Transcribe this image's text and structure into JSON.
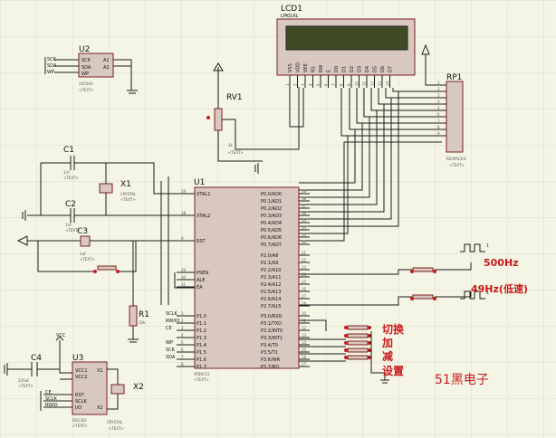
{
  "colors": {
    "background": "#f5f5e6",
    "grid": "#dcdccb",
    "wire": "#1c1c1c",
    "component_fill": "#d8c8c0",
    "component_stroke": "#7a1f1f",
    "pin_dot": "#c81a1a",
    "lcd_screen": "#3d4a24",
    "annotation_red": "#c81a1a",
    "probe_blue": "#2030b0"
  },
  "lcd": {
    "ref": "LCD1",
    "part": "LM016L",
    "pins": [
      "VSS",
      "VDD",
      "VEE",
      "RS",
      "RW",
      "E",
      "D0",
      "D1",
      "D2",
      "D3",
      "D4",
      "D5",
      "D6",
      "D7"
    ],
    "pin_numbers": [
      "1",
      "2",
      "3",
      "4",
      "5",
      "6",
      "7",
      "8",
      "9",
      "10",
      "11",
      "12",
      "13",
      "14"
    ]
  },
  "u2": {
    "ref": "U2",
    "part": "24C04A",
    "left_pins": [
      "SCK",
      "SDA",
      "WP"
    ],
    "right_pins": [
      "A1",
      "A2"
    ],
    "net_labels": [
      "SCK",
      "SDA",
      "WP"
    ]
  },
  "rv1": {
    "ref": "RV1",
    "value": "1k"
  },
  "rp1": {
    "ref": "RP1",
    "part": "RESPACK-8",
    "pins": [
      "1",
      "2",
      "3",
      "4",
      "5",
      "6",
      "7",
      "8",
      "9"
    ]
  },
  "c1": {
    "ref": "C1",
    "value": "1nF"
  },
  "c2": {
    "ref": "C2",
    "value": "1nF"
  },
  "c3": {
    "ref": "C3",
    "value": "1uF"
  },
  "c4": {
    "ref": "C4",
    "value": "220uF"
  },
  "x1": {
    "ref": "X1",
    "part": "CRYSTAL"
  },
  "x2": {
    "ref": "X2",
    "part": "CRYSTAL"
  },
  "r1": {
    "ref": "R1",
    "value": "10k"
  },
  "u1": {
    "ref": "U1",
    "part": "AT89C51",
    "left_pins": [
      {
        "num": "19",
        "name": "XTAL1"
      },
      {
        "num": "18",
        "name": "XTAL2"
      },
      {
        "num": "9",
        "name": "RST"
      },
      {
        "num": "29",
        "name": "PSEN"
      },
      {
        "num": "30",
        "name": "ALE"
      },
      {
        "num": "31",
        "name": "EA"
      },
      {
        "num": "1",
        "name": "P1.0"
      },
      {
        "num": "2",
        "name": "P1.1"
      },
      {
        "num": "3",
        "name": "P1.2"
      },
      {
        "num": "4",
        "name": "P1.3"
      },
      {
        "num": "5",
        "name": "P1.4"
      },
      {
        "num": "6",
        "name": "P1.5"
      },
      {
        "num": "7",
        "name": "P1.6"
      },
      {
        "num": "8",
        "name": "P1.7"
      }
    ],
    "right_pins": [
      {
        "num": "39",
        "name": "P0.0/AD0"
      },
      {
        "num": "38",
        "name": "P0.1/AD1"
      },
      {
        "num": "37",
        "name": "P0.2/AD2"
      },
      {
        "num": "36",
        "name": "P0.3/AD3"
      },
      {
        "num": "35",
        "name": "P0.4/AD4"
      },
      {
        "num": "34",
        "name": "P0.5/AD5"
      },
      {
        "num": "33",
        "name": "P0.6/AD6"
      },
      {
        "num": "32",
        "name": "P0.7/AD7"
      },
      {
        "num": "21",
        "name": "P2.0/A8"
      },
      {
        "num": "22",
        "name": "P2.1/A9"
      },
      {
        "num": "23",
        "name": "P2.2/A10"
      },
      {
        "num": "24",
        "name": "P2.3/A11"
      },
      {
        "num": "25",
        "name": "P2.4/A12"
      },
      {
        "num": "26",
        "name": "P2.5/A13"
      },
      {
        "num": "27",
        "name": "P2.6/A14"
      },
      {
        "num": "28",
        "name": "P2.7/A15"
      },
      {
        "num": "10",
        "name": "P3.0/RXD"
      },
      {
        "num": "11",
        "name": "P3.1/TXD"
      },
      {
        "num": "12",
        "name": "P3.2/INT0"
      },
      {
        "num": "13",
        "name": "P3.3/INT1"
      },
      {
        "num": "14",
        "name": "P3.4/T0"
      },
      {
        "num": "15",
        "name": "P3.5/T1"
      },
      {
        "num": "16",
        "name": "P3.6/WR"
      },
      {
        "num": "17",
        "name": "P3.7/RD"
      }
    ],
    "net_labels": [
      "SCLK",
      "RW/IO",
      "CE",
      "",
      "WP",
      "SCK",
      "SDA",
      ""
    ]
  },
  "u3": {
    "ref": "U3",
    "part": "DS1302",
    "left_pins": [
      "VCC1",
      "VCC2",
      "RST",
      "SCLK",
      "I/O"
    ],
    "right_pins": [
      "X1",
      "X2"
    ],
    "net_labels": [
      "CE",
      "SCLK",
      "RWIO"
    ]
  },
  "vcc_label": "VCC",
  "text_placeholder": "<TEXT>",
  "probes": [
    {
      "value": "500Hz"
    },
    {
      "value": "49Hz(低速)"
    }
  ],
  "probe_pin_label": "1",
  "buttons_label": {
    "line1": "切换",
    "line2": "加",
    "line3": "减",
    "line4": "设置"
  },
  "watermark": "51黑电子"
}
